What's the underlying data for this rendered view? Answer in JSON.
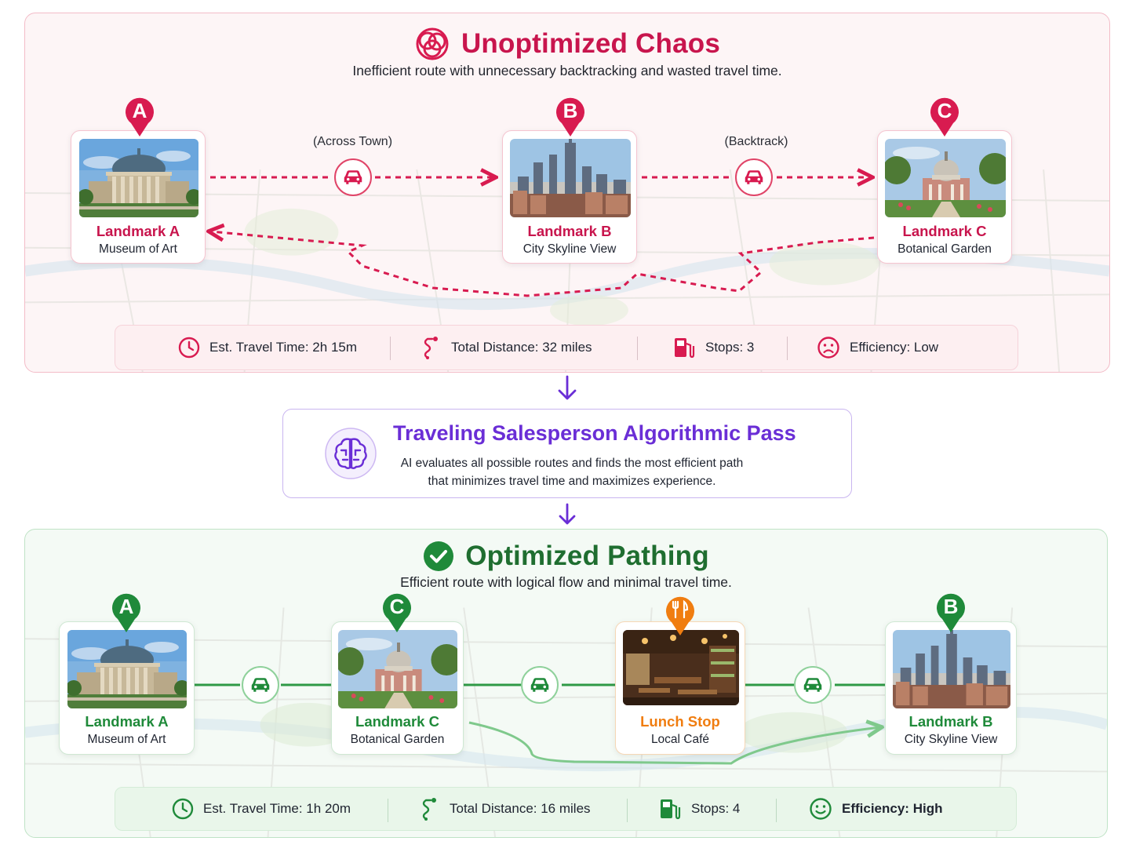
{
  "top": {
    "title": "Unoptimized Chaos",
    "subtitle": "Inefficient route with unnecessary backtracking and wasted travel time.",
    "title_color": "#c8154d",
    "cards": [
      {
        "pin": "A",
        "name": "Landmark A",
        "desc": "Museum of Art",
        "image": "museum-photo"
      },
      {
        "pin": "B",
        "name": "Landmark B",
        "desc": "City Skyline View",
        "image": "skyline-photo"
      },
      {
        "pin": "C",
        "name": "Landmark C",
        "desc": "Botanical Garden",
        "image": "garden-photo"
      }
    ],
    "route_labels": [
      "(Across Town)",
      "(Backtrack)"
    ],
    "stats": [
      {
        "icon": "clock-icon",
        "text": "Est. Travel Time: 2h 15m"
      },
      {
        "icon": "route-icon",
        "text": "Total Distance: 32 miles"
      },
      {
        "icon": "fuel-icon",
        "text": "Stops: 3"
      },
      {
        "icon": "sad-face-icon",
        "text": "Efficiency: Low"
      }
    ]
  },
  "algorithm": {
    "title": "Traveling Salesperson Algorithmic Pass",
    "line1": "AI evaluates all possible routes and finds the most efficient path",
    "line2": "that minimizes travel time and maximizes experience.",
    "color": "#6a2ed6"
  },
  "bottom": {
    "title": "Optimized Pathing",
    "subtitle": "Efficient route with logical flow and minimal travel time.",
    "title_color": "#1f8a3a",
    "cards": [
      {
        "pin": "A",
        "name": "Landmark A",
        "desc": "Museum of Art",
        "image": "museum-photo"
      },
      {
        "pin": "C",
        "name": "Landmark C",
        "desc": "Botanical Garden",
        "image": "garden-photo"
      },
      {
        "pin": "fork-knife",
        "name": "Lunch Stop",
        "desc": "Local Café",
        "image": "cafe-photo"
      },
      {
        "pin": "B",
        "name": "Landmark B",
        "desc": "City Skyline View",
        "image": "skyline-photo"
      }
    ],
    "stats": [
      {
        "icon": "clock-icon",
        "text": "Est. Travel Time: 1h 20m"
      },
      {
        "icon": "route-icon",
        "text": "Total Distance: 16 miles"
      },
      {
        "icon": "fuel-icon",
        "text": "Stops: 4"
      },
      {
        "icon": "happy-face-icon",
        "text": "Efficiency: High"
      }
    ]
  },
  "colors": {
    "red": "#d81b50",
    "green": "#1f8a3a",
    "orange": "#f07d10",
    "purple": "#6a2ed6"
  }
}
